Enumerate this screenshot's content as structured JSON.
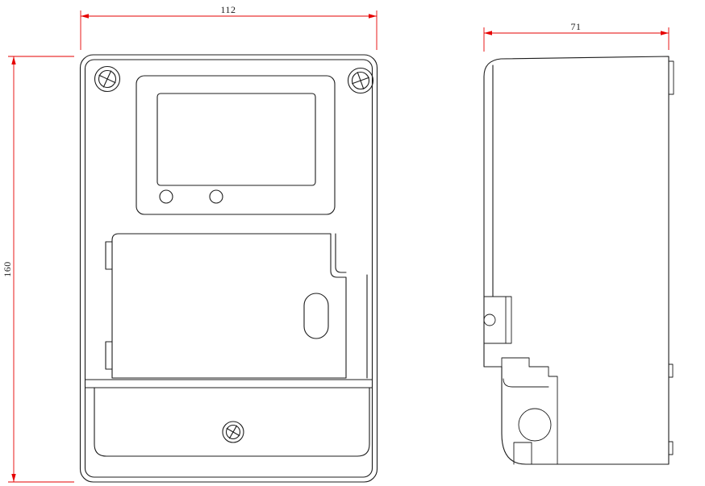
{
  "drawing": {
    "dimensions": {
      "width": "112",
      "height": "160",
      "depth": "71"
    },
    "colors": {
      "outline": "#1c1c1c",
      "dimension": "#e60000",
      "dim_text": "#1c1c1c",
      "background": "#ffffff"
    }
  }
}
